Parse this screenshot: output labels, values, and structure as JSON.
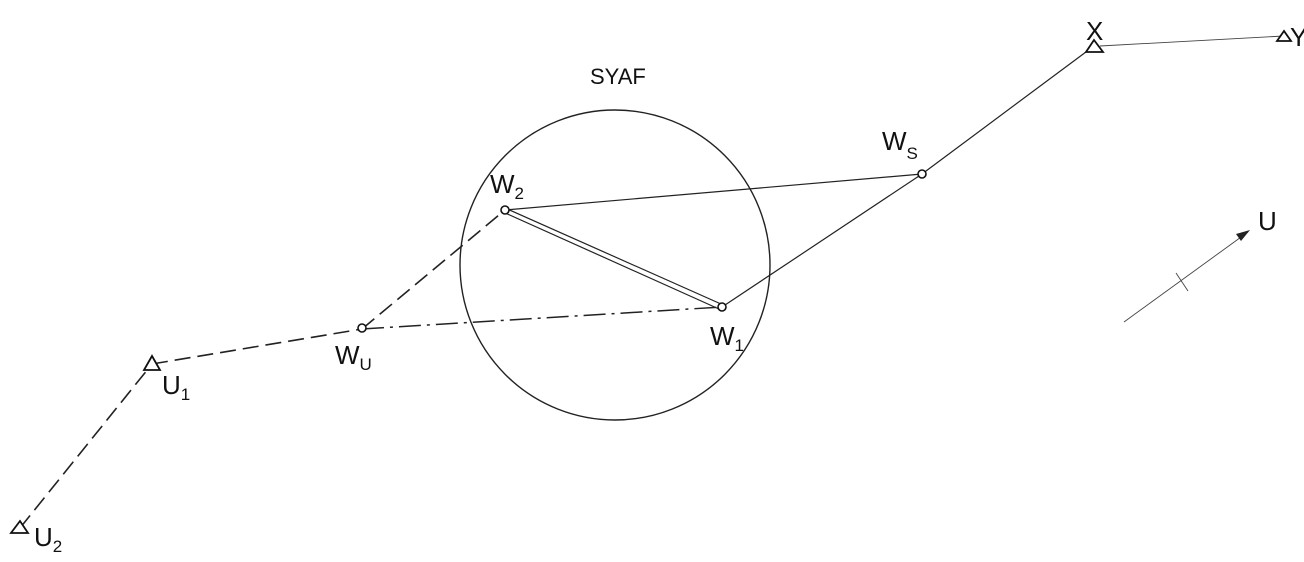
{
  "diagram": {
    "title": "SYAF",
    "labels": {
      "w2": "W",
      "w2_sub": "2",
      "w1": "W",
      "w1_sub": "1",
      "ws": "W",
      "ws_sub": "S",
      "wu": "W",
      "wu_sub": "U",
      "u1": "U",
      "u1_sub": "1",
      "u2": "U",
      "u2_sub": "2",
      "x": "X",
      "y": "Y",
      "u_arrow": "U"
    }
  }
}
